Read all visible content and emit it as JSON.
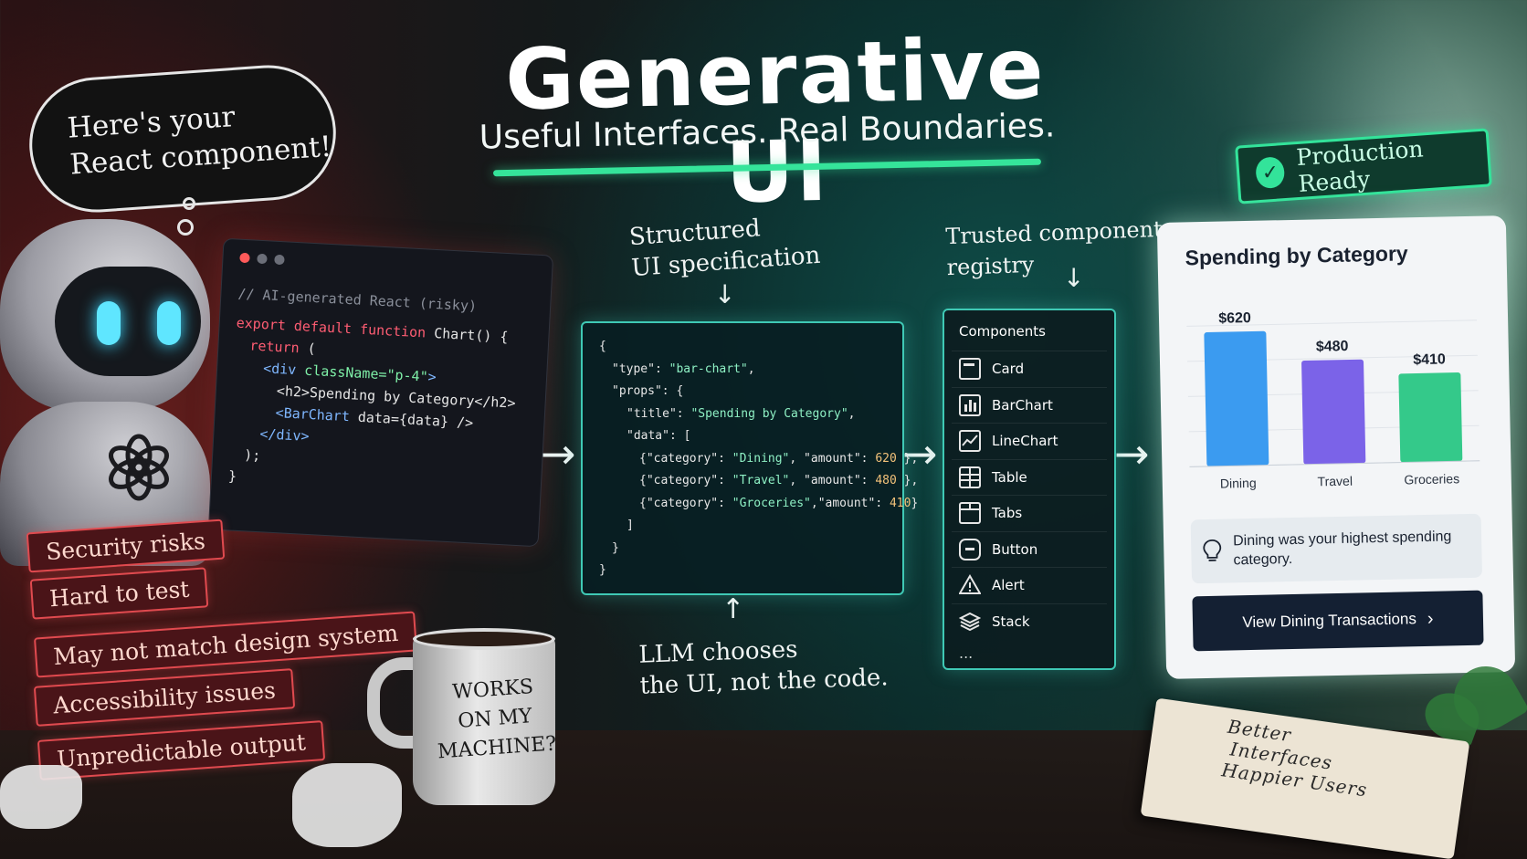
{
  "headline": {
    "title": "Generative UI",
    "tagline": "Useful Interfaces. Real Boundaries."
  },
  "robot": {
    "speech": [
      "Here's your",
      "React component!"
    ]
  },
  "code_window": {
    "comment": "// AI-generated React (risky)",
    "lines": {
      "l1_kw": "export default function",
      "l1_rest": " Chart() {",
      "l2_kw": "return",
      "l2_rest": " (",
      "l3_tag": "<div",
      "l3_attr": " className=\"p-4\"",
      "l3_end": ">",
      "l4": "<h2>Spending by Category</h2>",
      "l5_tag": "<BarChart",
      "l5_rest": " data={data} />",
      "l6": "</div>",
      "l7": ");",
      "l8": "}"
    }
  },
  "problems": [
    "Security risks",
    "Hard to test",
    "May not match design system",
    "Accessibility issues",
    "Unpredictable output"
  ],
  "mug_text": [
    "WORKS",
    "ON MY",
    "MACHINE?"
  ],
  "spec": {
    "annotation": [
      "Structured",
      "UI specification"
    ],
    "bottom_note": [
      "LLM chooses",
      "the UI, not the code."
    ],
    "lines": {
      "open": "{",
      "type_key": "\"type\"",
      "type_val": "\"bar-chart\"",
      "props_key": "\"props\"",
      "title_key": "\"title\"",
      "title_val": "\"Spending by Category\"",
      "data_key": "\"data\"",
      "cat_key": "\"category\"",
      "amt_key": "\"amount\"",
      "rows": [
        {
          "category": "\"Dining\"",
          "amount": "620"
        },
        {
          "category": "\"Travel\"",
          "amount": "480"
        },
        {
          "category": "\"Groceries\"",
          "amount": "410"
        }
      ],
      "close_bracket": "]",
      "close_inner": "}",
      "close_outer": "}"
    }
  },
  "registry": {
    "annotation": [
      "Trusted component",
      "registry"
    ],
    "title": "Components",
    "items": [
      {
        "label": "Card",
        "icon": "card-icon"
      },
      {
        "label": "BarChart",
        "icon": "bar-chart-icon"
      },
      {
        "label": "LineChart",
        "icon": "line-chart-icon"
      },
      {
        "label": "Table",
        "icon": "table-icon"
      },
      {
        "label": "Tabs",
        "icon": "tabs-icon"
      },
      {
        "label": "Button",
        "icon": "button-icon"
      },
      {
        "label": "Alert",
        "icon": "alert-icon"
      },
      {
        "label": "Stack",
        "icon": "stack-icon"
      }
    ],
    "more": "..."
  },
  "badge": {
    "label": "Production Ready",
    "icon": "check-circle-icon"
  },
  "card": {
    "title": "Spending by Category",
    "insight": "Dining was your highest spending category.",
    "cta": "View Dining Transactions",
    "insight_icon": "lightbulb-icon",
    "cta_icon": "chevron-right-icon"
  },
  "chart_data": {
    "type": "bar",
    "categories": [
      "Dining",
      "Travel",
      "Groceries"
    ],
    "values": [
      620,
      480,
      410
    ],
    "value_labels": [
      "$620",
      "$480",
      "$410"
    ],
    "colors": [
      "#3b9bf0",
      "#7b63e8",
      "#34c98a"
    ],
    "title": "Spending by Category",
    "ylim": [
      0,
      650
    ],
    "grid": true
  },
  "notebook": [
    "Better",
    "Interfaces",
    "Happier Users"
  ],
  "colors": {
    "accent_green": "#33e39a",
    "accent_teal": "#3fc9b5",
    "danger_red": "#e04a4f",
    "cta_navy": "#142033"
  }
}
